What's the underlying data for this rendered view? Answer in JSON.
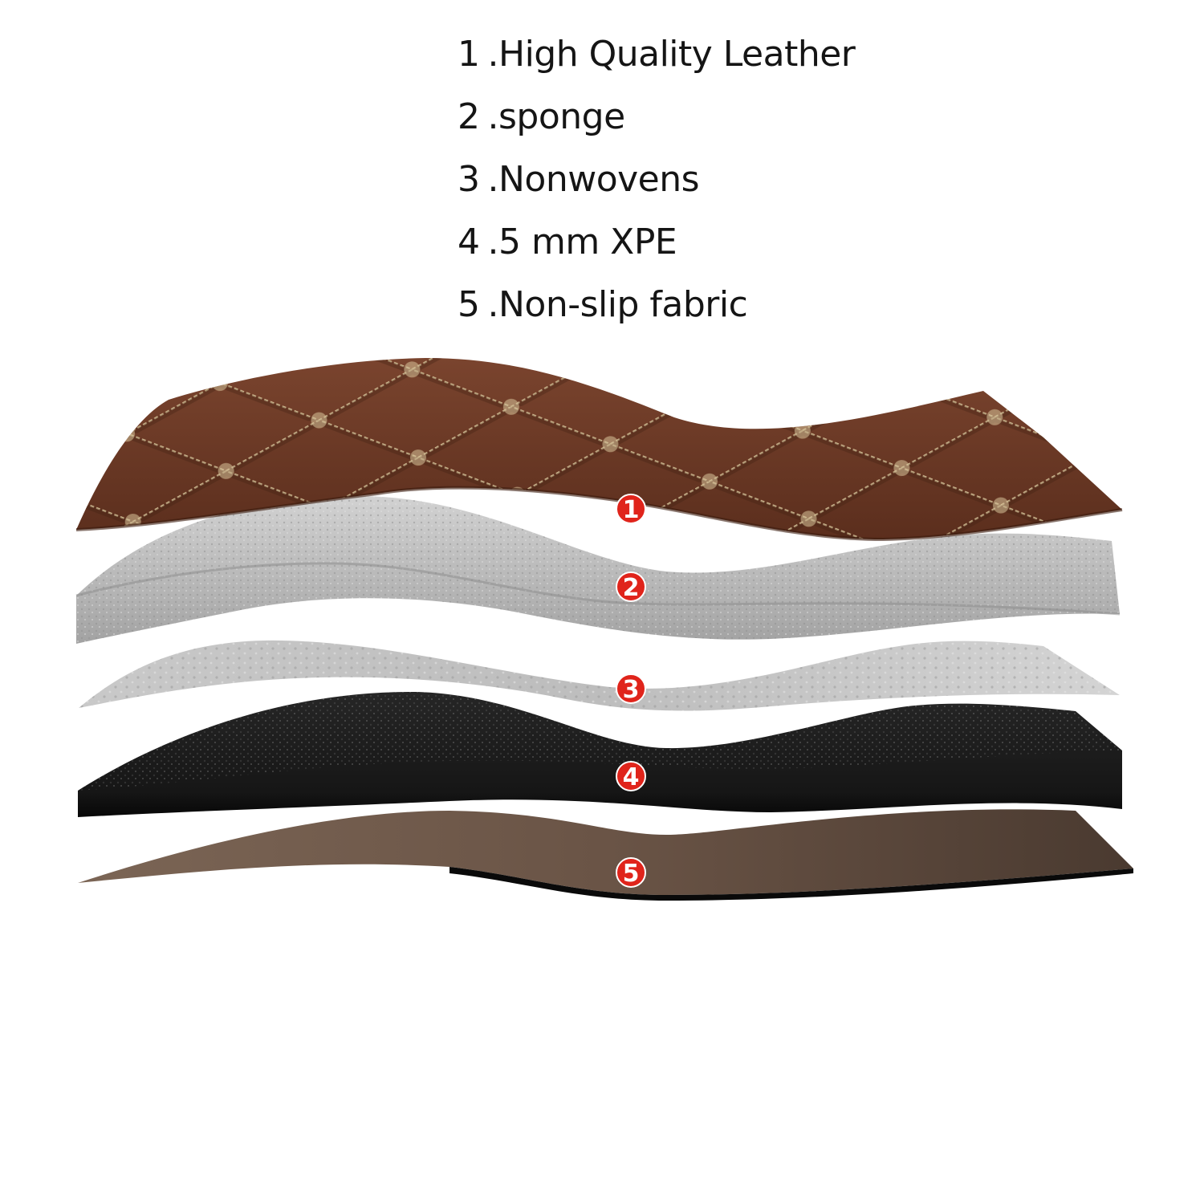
{
  "legend": {
    "items": [
      {
        "num": "1",
        "label": ".High Quality Leather"
      },
      {
        "num": "2",
        "label": ".sponge"
      },
      {
        "num": "3",
        "label": ".Nonwovens"
      },
      {
        "num": "4",
        "label": ".5 mm XPE"
      },
      {
        "num": "5",
        "label": ".Non-slip fabric"
      }
    ]
  },
  "layers": [
    {
      "badge": "1",
      "color": "#6e3a26"
    },
    {
      "badge": "2",
      "color": "#b6b6b6"
    },
    {
      "badge": "3",
      "color": "#c8c8c8"
    },
    {
      "badge": "4",
      "color": "#151515"
    },
    {
      "badge": "5",
      "color": "#6a5446"
    }
  ],
  "colors": {
    "stitching": "#d9c49a",
    "badge": "#e0241b"
  }
}
